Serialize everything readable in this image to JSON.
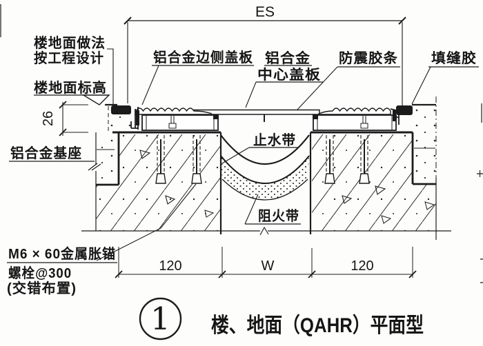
{
  "figure": {
    "number": "1",
    "title": "楼、地面（QAHR）平面型"
  },
  "dimensions": {
    "top_span": "ES",
    "recess_depth": "26",
    "bottom_left": "120",
    "bottom_center": "W",
    "bottom_right": "120"
  },
  "labels": {
    "floor_construction": {
      "line1": "楼地面做法",
      "line2": "按工程设计"
    },
    "floor_level": "楼地面标高",
    "aluminum_base": "铝合金基座",
    "side_cover_plate": "铝合金边侧盖板",
    "center_cover_plate": {
      "line1": "铝合金",
      "line2": "中心盖板"
    },
    "shock_rubber_strip": "防震胶条",
    "joint_sealant": "填缝胶",
    "waterstop": "止水带",
    "fire_barrier": "阻火带",
    "anchor_bolt": {
      "line1": "M6 × 60金属胀锚",
      "line2": "螺栓@300",
      "line3": "(交错布置)"
    }
  },
  "colors": {
    "ink": "#1b1b1b",
    "paper": "#fdfdfc"
  }
}
